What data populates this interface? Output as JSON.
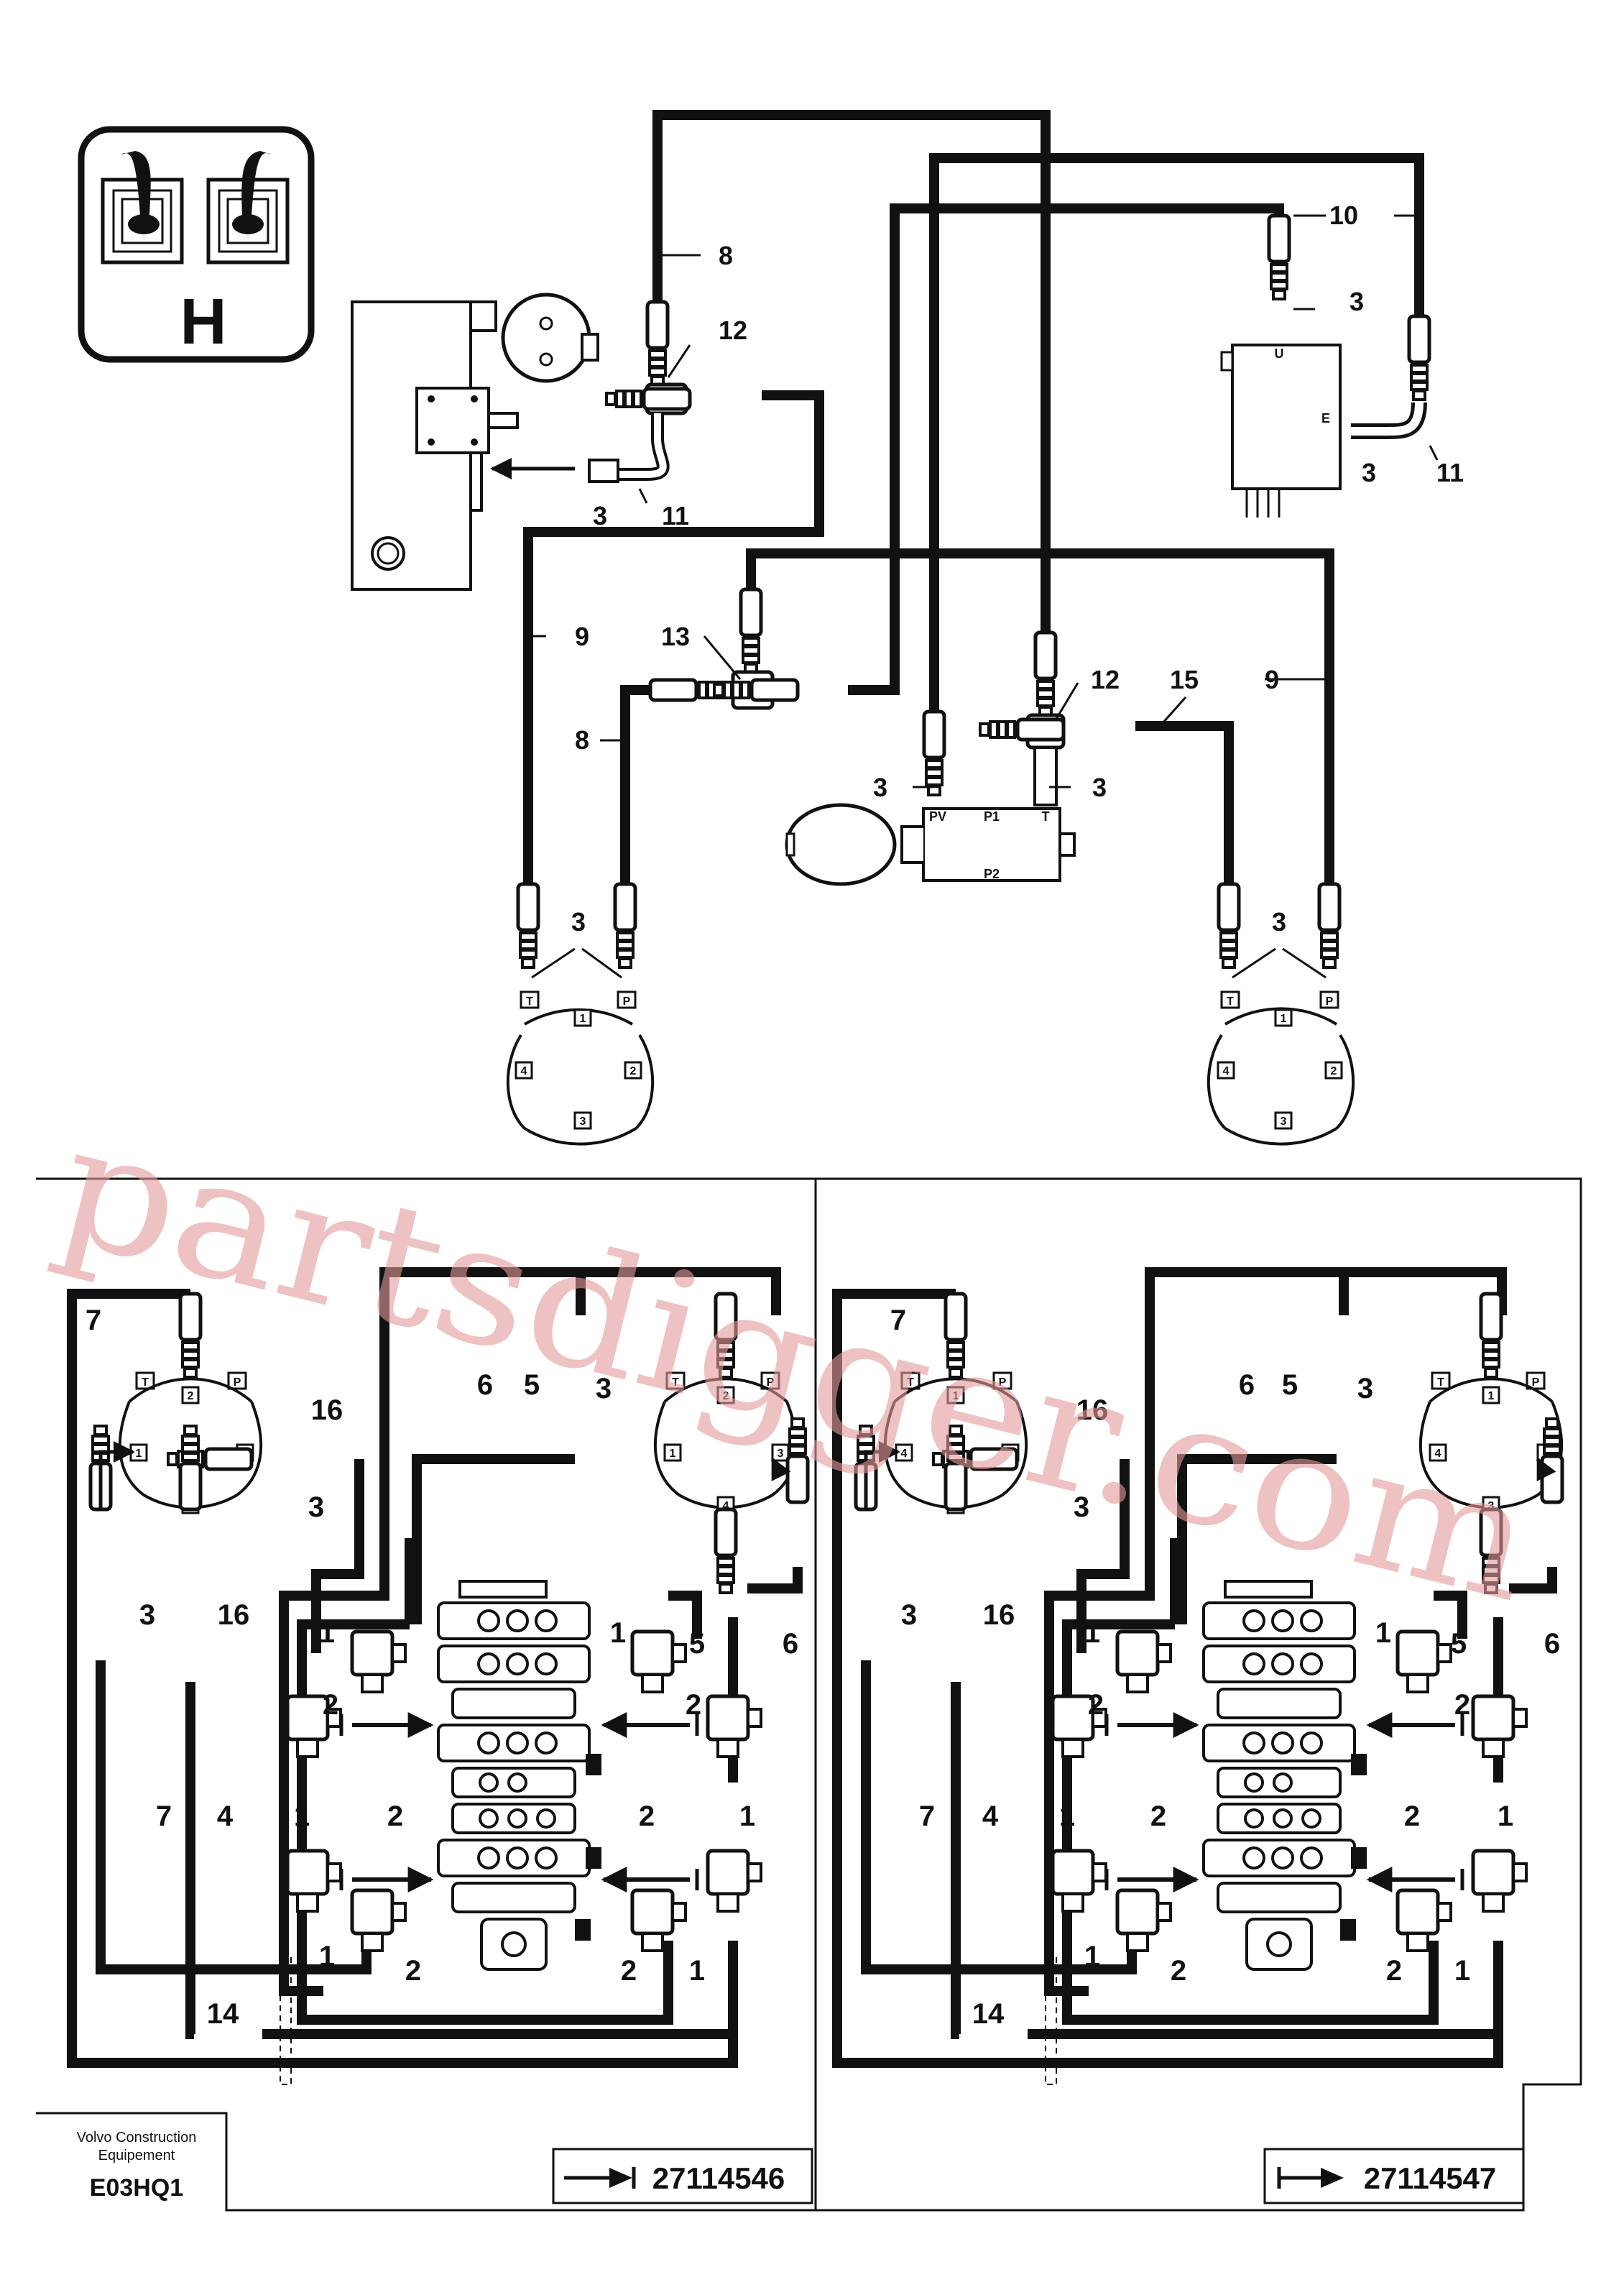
{
  "badge": {
    "letter": "H"
  },
  "watermark": "partsdigger.com",
  "footer": {
    "company_line1": "Volvo Construction",
    "company_line2": "Equipement",
    "code": "E03HQ1",
    "ref_left": "27114546",
    "ref_right": "27114547"
  },
  "ports": {
    "U": "U",
    "E": "E",
    "PV": "PV",
    "P1": "P1",
    "P2": "P2",
    "T": "T",
    "P": "P",
    "one": "1",
    "two": "2",
    "three": "3",
    "four": "4"
  },
  "callouts": {
    "n1": "1",
    "n2": "2",
    "n3": "3",
    "n4": "4",
    "n5": "5",
    "n6": "6",
    "n7": "7",
    "n8": "8",
    "n9": "9",
    "n10": "10",
    "n11": "11",
    "n12": "12",
    "n13": "13",
    "n14": "14",
    "n15": "15",
    "n16": "16"
  }
}
